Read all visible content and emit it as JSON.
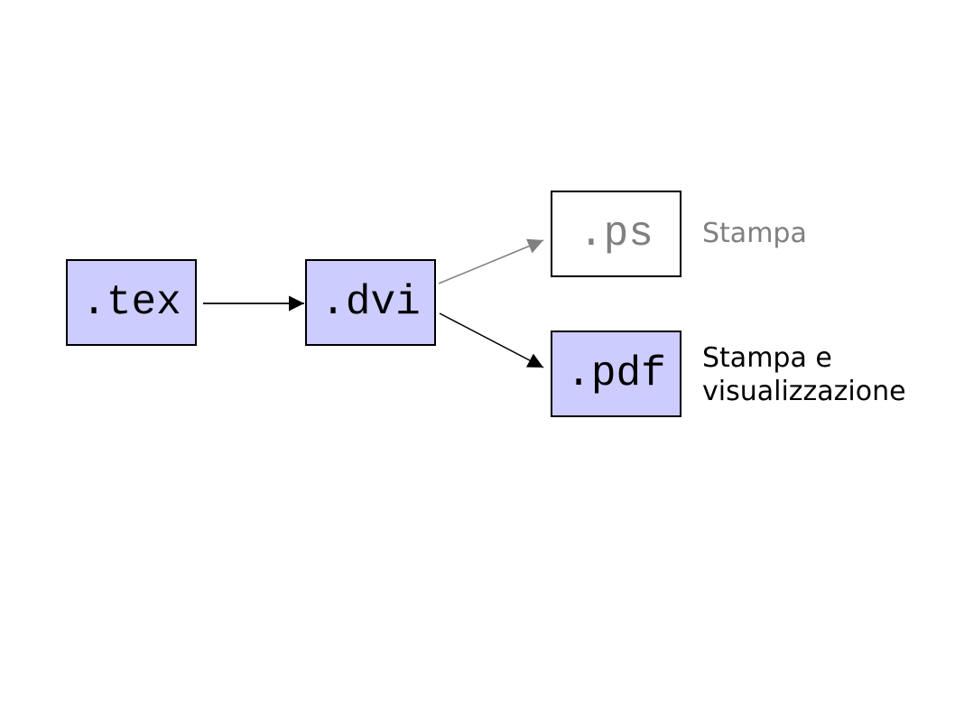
{
  "diagram": {
    "description": "LaTeX file conversion flow",
    "nodes": [
      {
        "id": "tex",
        "label": ".tex",
        "style": "filled"
      },
      {
        "id": "dvi",
        "label": ".dvi",
        "style": "filled"
      },
      {
        "id": "ps",
        "label": ".ps",
        "style": "plain-gray"
      },
      {
        "id": "pdf",
        "label": ".pdf",
        "style": "filled"
      }
    ],
    "edges": [
      {
        "from": "tex",
        "to": "dvi",
        "color": "#000000"
      },
      {
        "from": "dvi",
        "to": "ps",
        "color": "#808080"
      },
      {
        "from": "dvi",
        "to": "pdf",
        "color": "#000000"
      }
    ],
    "annotations": [
      {
        "for": "ps",
        "text": "Stampa",
        "color": "#808080"
      },
      {
        "for": "pdf",
        "text": "Stampa e visualizzazione",
        "color": "#000000"
      }
    ],
    "colors": {
      "node_fill": "#ccccff",
      "node_border": "#000000",
      "muted_gray": "#808080",
      "background": "#ffffff"
    }
  }
}
